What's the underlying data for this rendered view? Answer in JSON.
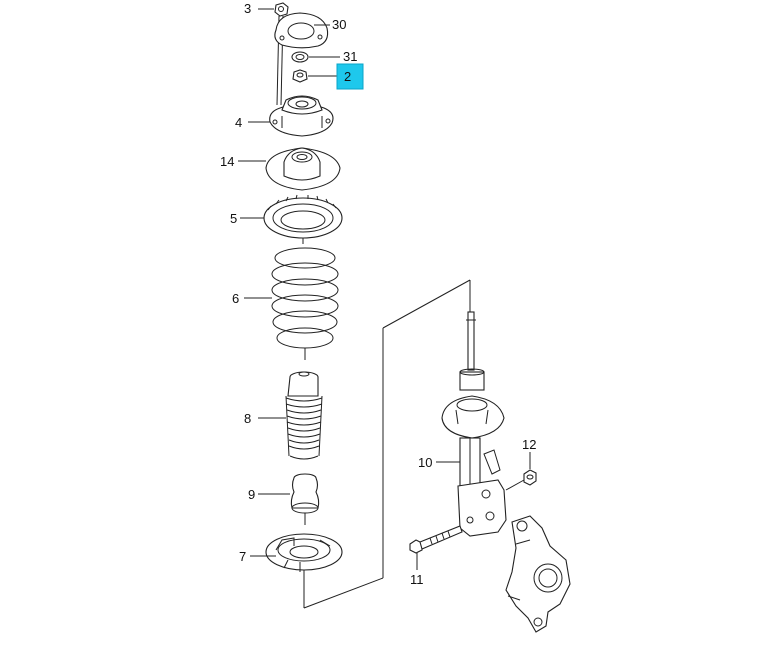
{
  "callouts": {
    "c3": "3",
    "c30": "30",
    "c31": "31",
    "c2": "2",
    "c4": "4",
    "c14": "14",
    "c5": "5",
    "c6": "6",
    "c8": "8",
    "c9": "9",
    "c7": "7",
    "c10": "10",
    "c11": "11",
    "c12": "12"
  },
  "highlight": {
    "callout": "2",
    "color": "#1ec8ec"
  }
}
